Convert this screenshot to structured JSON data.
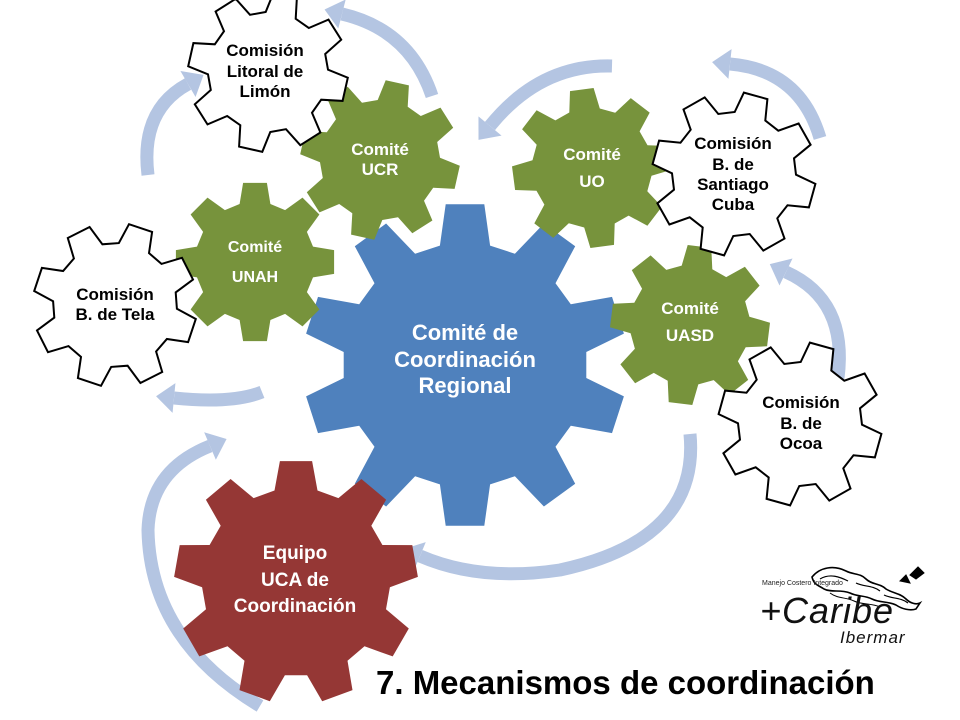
{
  "title": "7. Mecanismos de coordinación",
  "colors": {
    "blue": "#4f81bd",
    "green": "#77933c",
    "red": "#953735",
    "outline": "#000000",
    "arrow": "#b4c5e2"
  },
  "gears": {
    "central": [
      "Comité de",
      "Coordinación",
      "Regional"
    ],
    "equipo": [
      "Equipo",
      "UCA de",
      "Coordinación"
    ],
    "unah": [
      "Comité",
      "UNAH"
    ],
    "ucr": [
      "Comité",
      "UCR"
    ],
    "uo": [
      "Comité",
      "UO"
    ],
    "uasd": [
      "Comité",
      "UASD"
    ],
    "tela": [
      "Comisión",
      "B. de Tela"
    ],
    "limon": [
      "Comisión",
      "Litoral de",
      "Limón"
    ],
    "santiago": [
      "Comisión",
      "B. de",
      "Santiago",
      "Cuba"
    ],
    "ocoa": [
      "Comisión",
      "B. de",
      "Ocoa"
    ]
  },
  "logo": {
    "small_text": "Manejo Costero Integrado",
    "main_text": "+Caribe",
    "sub_text": "Ibermar"
  }
}
